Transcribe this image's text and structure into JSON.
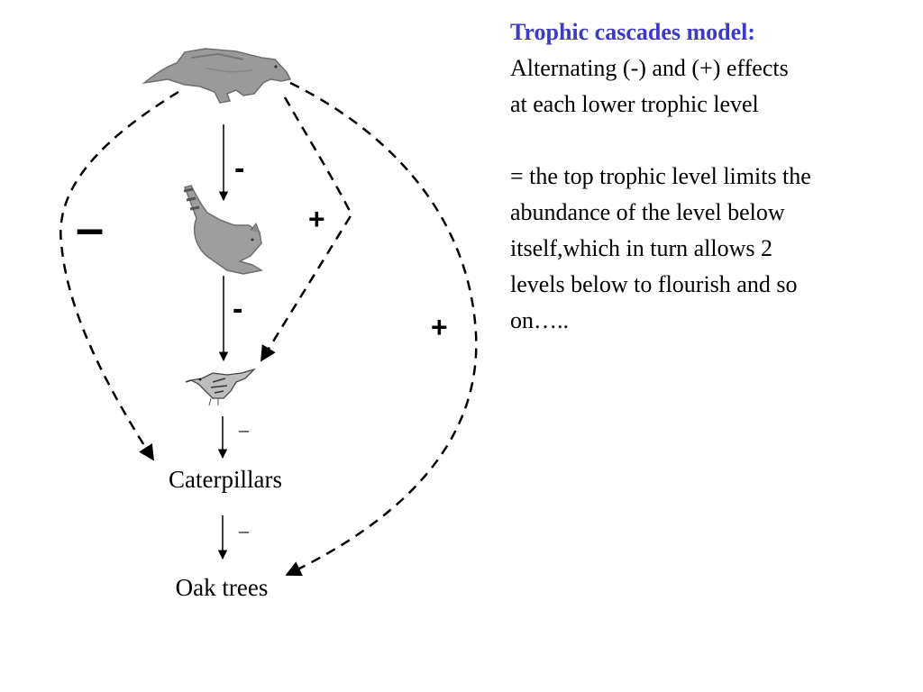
{
  "explanation": {
    "title": "Trophic cascades model:",
    "lines": [
      "Alternating (-) and (+) effects",
      "at each lower trophic level"
    ],
    "definition_lines": [
      "= the top trophic level limits the",
      "abundance of the level below",
      "itself,which in turn allows 2",
      "levels below to flourish and so",
      "on….."
    ]
  },
  "nodes": {
    "caterpillars": "Caterpillars",
    "oak_trees": "Oak trees"
  },
  "signs": {
    "wolf_to_cat": "-",
    "cat_to_bird": "-",
    "bird_to_caterpillars": "–",
    "caterpillars_to_oak": "–",
    "wolf_to_caterpillars": "–",
    "wolf_to_bird": "+",
    "wolf_to_oak": "+"
  },
  "pictures": {
    "top": "wolf-icon",
    "second": "cat-icon",
    "third": "bird-icon"
  }
}
